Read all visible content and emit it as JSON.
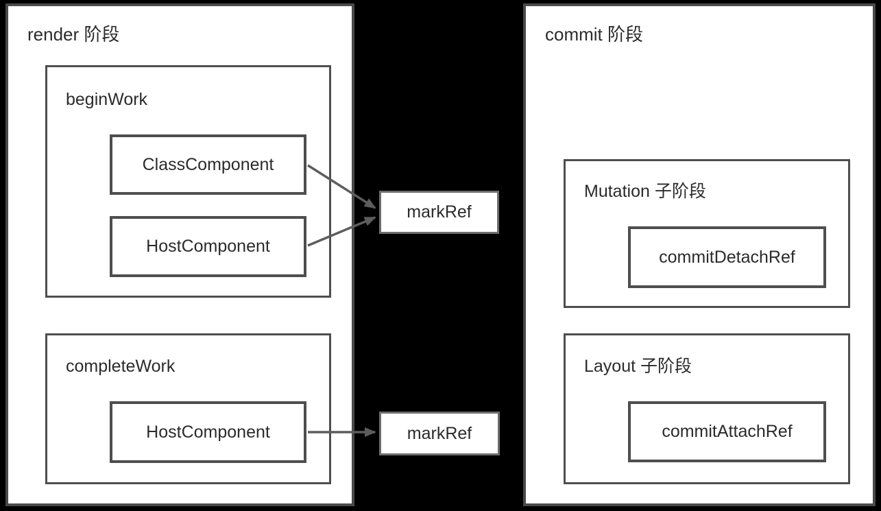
{
  "colors": {
    "background": "#000000",
    "box_fill": "#ffffff",
    "border": "#4e4e4e",
    "markref_border": "#6d6d6d",
    "arrow": "#5d5d5d",
    "text": "#2b2b2b"
  },
  "render_phase": {
    "title": "render 阶段",
    "begin_work": {
      "title": "beginWork",
      "class_component": "ClassComponent",
      "host_component": "HostComponent"
    },
    "complete_work": {
      "title": "completeWork",
      "host_component": "HostComponent"
    }
  },
  "mark_refs": {
    "top": "markRef",
    "bottom": "markRef"
  },
  "commit_phase": {
    "title": "commit 阶段",
    "mutation": {
      "title": "Mutation 子阶段",
      "child": "commitDetachRef"
    },
    "layout": {
      "title": "Layout 子阶段",
      "child": "commitAttachRef"
    }
  }
}
